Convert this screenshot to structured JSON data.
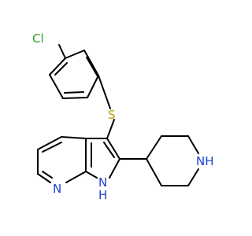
{
  "molecule": {
    "atoms": {
      "chlorine": {
        "symbol": "Cl",
        "color": "#2aa12a"
      },
      "sulfur": {
        "symbol": "S",
        "color": "#b8a200"
      },
      "pyridine_nitrogen": {
        "symbol": "N",
        "color": "#1a3fd6"
      },
      "pyrrole_nh": {
        "symbol": "N",
        "h": "H",
        "color": "#1a3fd6"
      },
      "piperidine_nh": {
        "symbol": "NH",
        "color": "#1a3fd6"
      }
    },
    "bond_color": "#000000"
  }
}
